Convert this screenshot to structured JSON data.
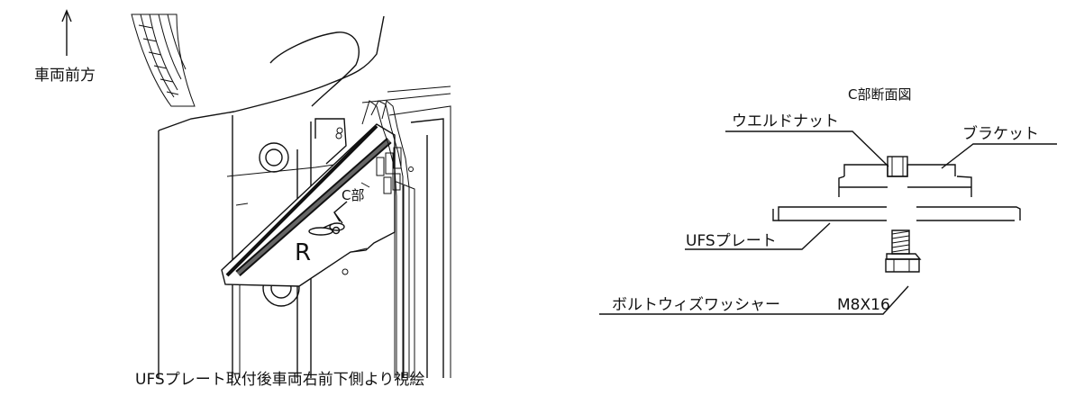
{
  "left_view": {
    "direction_label": "車両前方",
    "section_callout": "C部",
    "side_marker": "R",
    "caption": "UFSプレート取付後車両右前下側より視絵"
  },
  "right_view": {
    "title": "C部断面図",
    "labels": {
      "weld_nut": "ウエルドナット",
      "bracket": "ブラケット",
      "ufs_plate": "UFSプレート",
      "bolt": "ボルトウィズワッシャー",
      "bolt_size": "M8X16"
    }
  }
}
